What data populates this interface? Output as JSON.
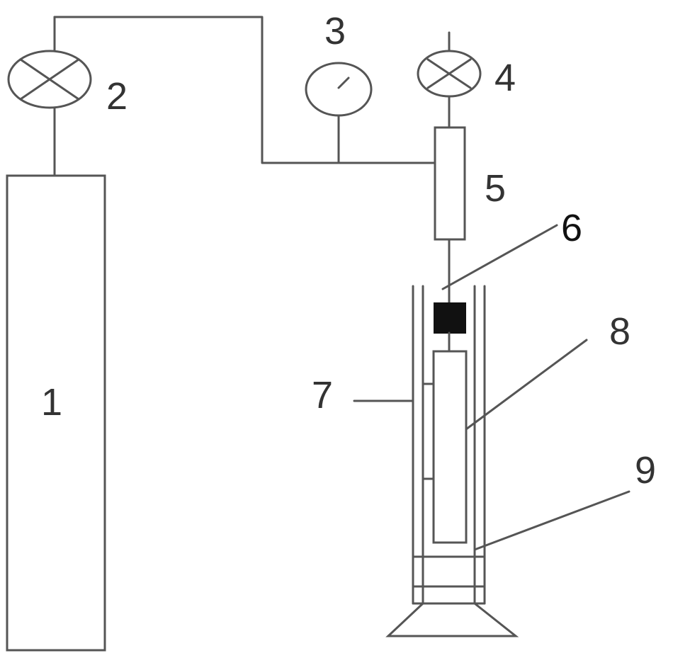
{
  "colors": {
    "line": "#555555",
    "text": "#333333",
    "plug": "#111111",
    "background": "#ffffff"
  },
  "labels": {
    "cylinder": "1",
    "valve_main": "2",
    "gauge": "3",
    "valve_vent": "4",
    "vessel": "5",
    "plug": "6",
    "outer_tube": "7",
    "inner_tube": "8",
    "base": "9"
  },
  "icons": {
    "valve_main": "valve-icon",
    "valve_vent": "valve-icon",
    "gauge": "pressure-gauge-icon"
  }
}
